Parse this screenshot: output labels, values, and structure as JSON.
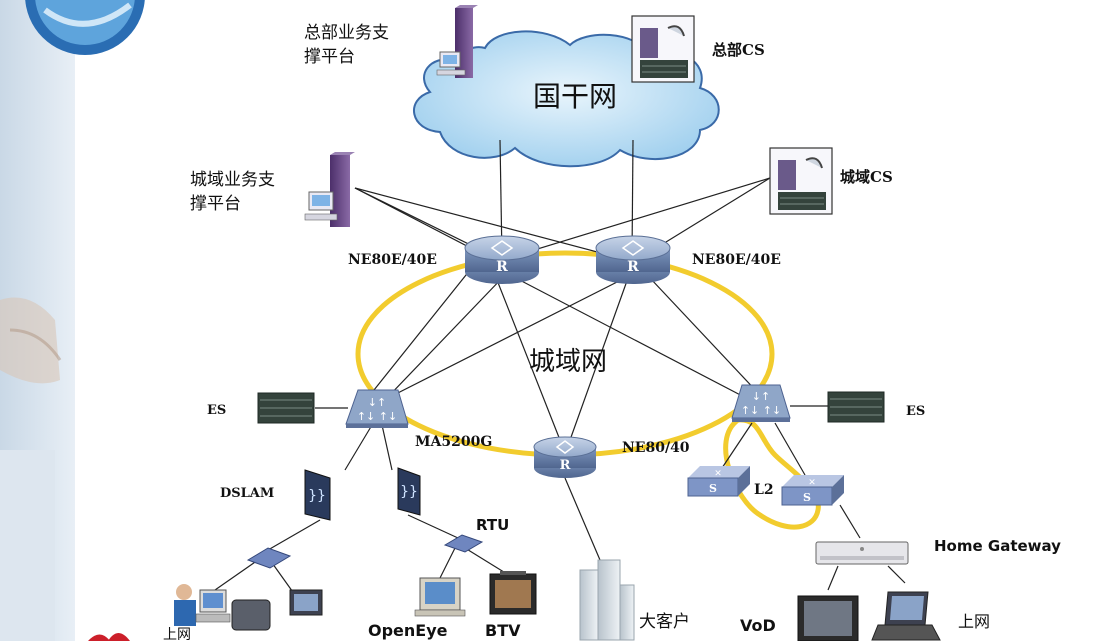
{
  "labels": {
    "hq_platform_line1": "总部业务支",
    "hq_platform_line2": "撑平台",
    "hq_cs": "总部CS",
    "backbone": "国干网",
    "metro_platform_line1": "城域业务支",
    "metro_platform_line2": "撑平台",
    "metro_cs": "城域CS",
    "ne80e_left": "NE80E/40E",
    "ne80e_right": "NE80E/40E",
    "metro_network": "城域网",
    "es_left": "ES",
    "es_right": "ES",
    "ma5200g": "MA5200G",
    "ne80_40": "NE80/40",
    "l2": "L2",
    "dslam": "DSLAM",
    "rtu": "RTU",
    "home_gateway": "Home Gateway",
    "internet_left": "上网",
    "openeye": "OpenEye",
    "btv": "BTV",
    "big_customer": "大客户",
    "vod": "VoD",
    "internet_right": "上网",
    "router_letter": "R",
    "switch_letter": "S"
  },
  "colors": {
    "cloud_fill": "#bfe0f5",
    "cloud_edge": "#3a6aa8",
    "ring": "#f2cc2e",
    "router_fill": "#8fa6c8",
    "switch_fill": "#7e95c6",
    "link": "#222222"
  }
}
